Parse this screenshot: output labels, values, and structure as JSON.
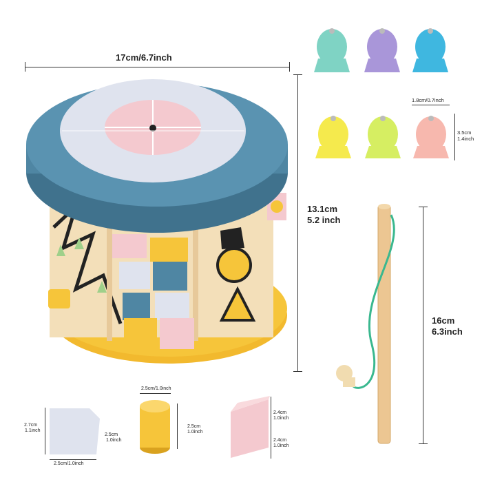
{
  "dimensions": {
    "toy_width": "17cm/6.7inch",
    "toy_height_cm": "13.1cm",
    "toy_height_inch": "5.2 inch",
    "rod_length_cm": "16cm",
    "rod_length_inch": "6.3inch",
    "fish_width": "1.8cm/0.7inch",
    "fish_height_cm": "3.5cm",
    "fish_height_inch": "1.4inch",
    "block1_height_cm": "2.7cm",
    "block1_height_inch": "1.1inch",
    "block1_side_cm": "2.5cm",
    "block1_side_inch": "1.0inch",
    "block1_bottom": "2.5cm/1.0inch",
    "cyl_top": "2.5cm/1.0inch",
    "cyl_height_cm": "2.5cm",
    "cyl_height_inch": "1.0inch",
    "cube_top_cm": "2.4cm",
    "cube_top_inch": "1.0inch",
    "cube_bottom_cm": "2.4cm",
    "cube_bottom_inch": "1.0inch"
  },
  "colors": {
    "teal_lid": "#4f86a3",
    "disc": "#dfe3ee",
    "pink": "#f4c9cf",
    "yellow": "#f6c53a",
    "wood": "#f3dfb9"
  },
  "fish": [
    {
      "color": "#7fd3c4"
    },
    {
      "color": "#a996d9"
    },
    {
      "color": "#3fb7e0"
    },
    {
      "color": "#f5ea4d"
    },
    {
      "color": "#d6ee62"
    },
    {
      "color": "#f7b8ae"
    }
  ]
}
